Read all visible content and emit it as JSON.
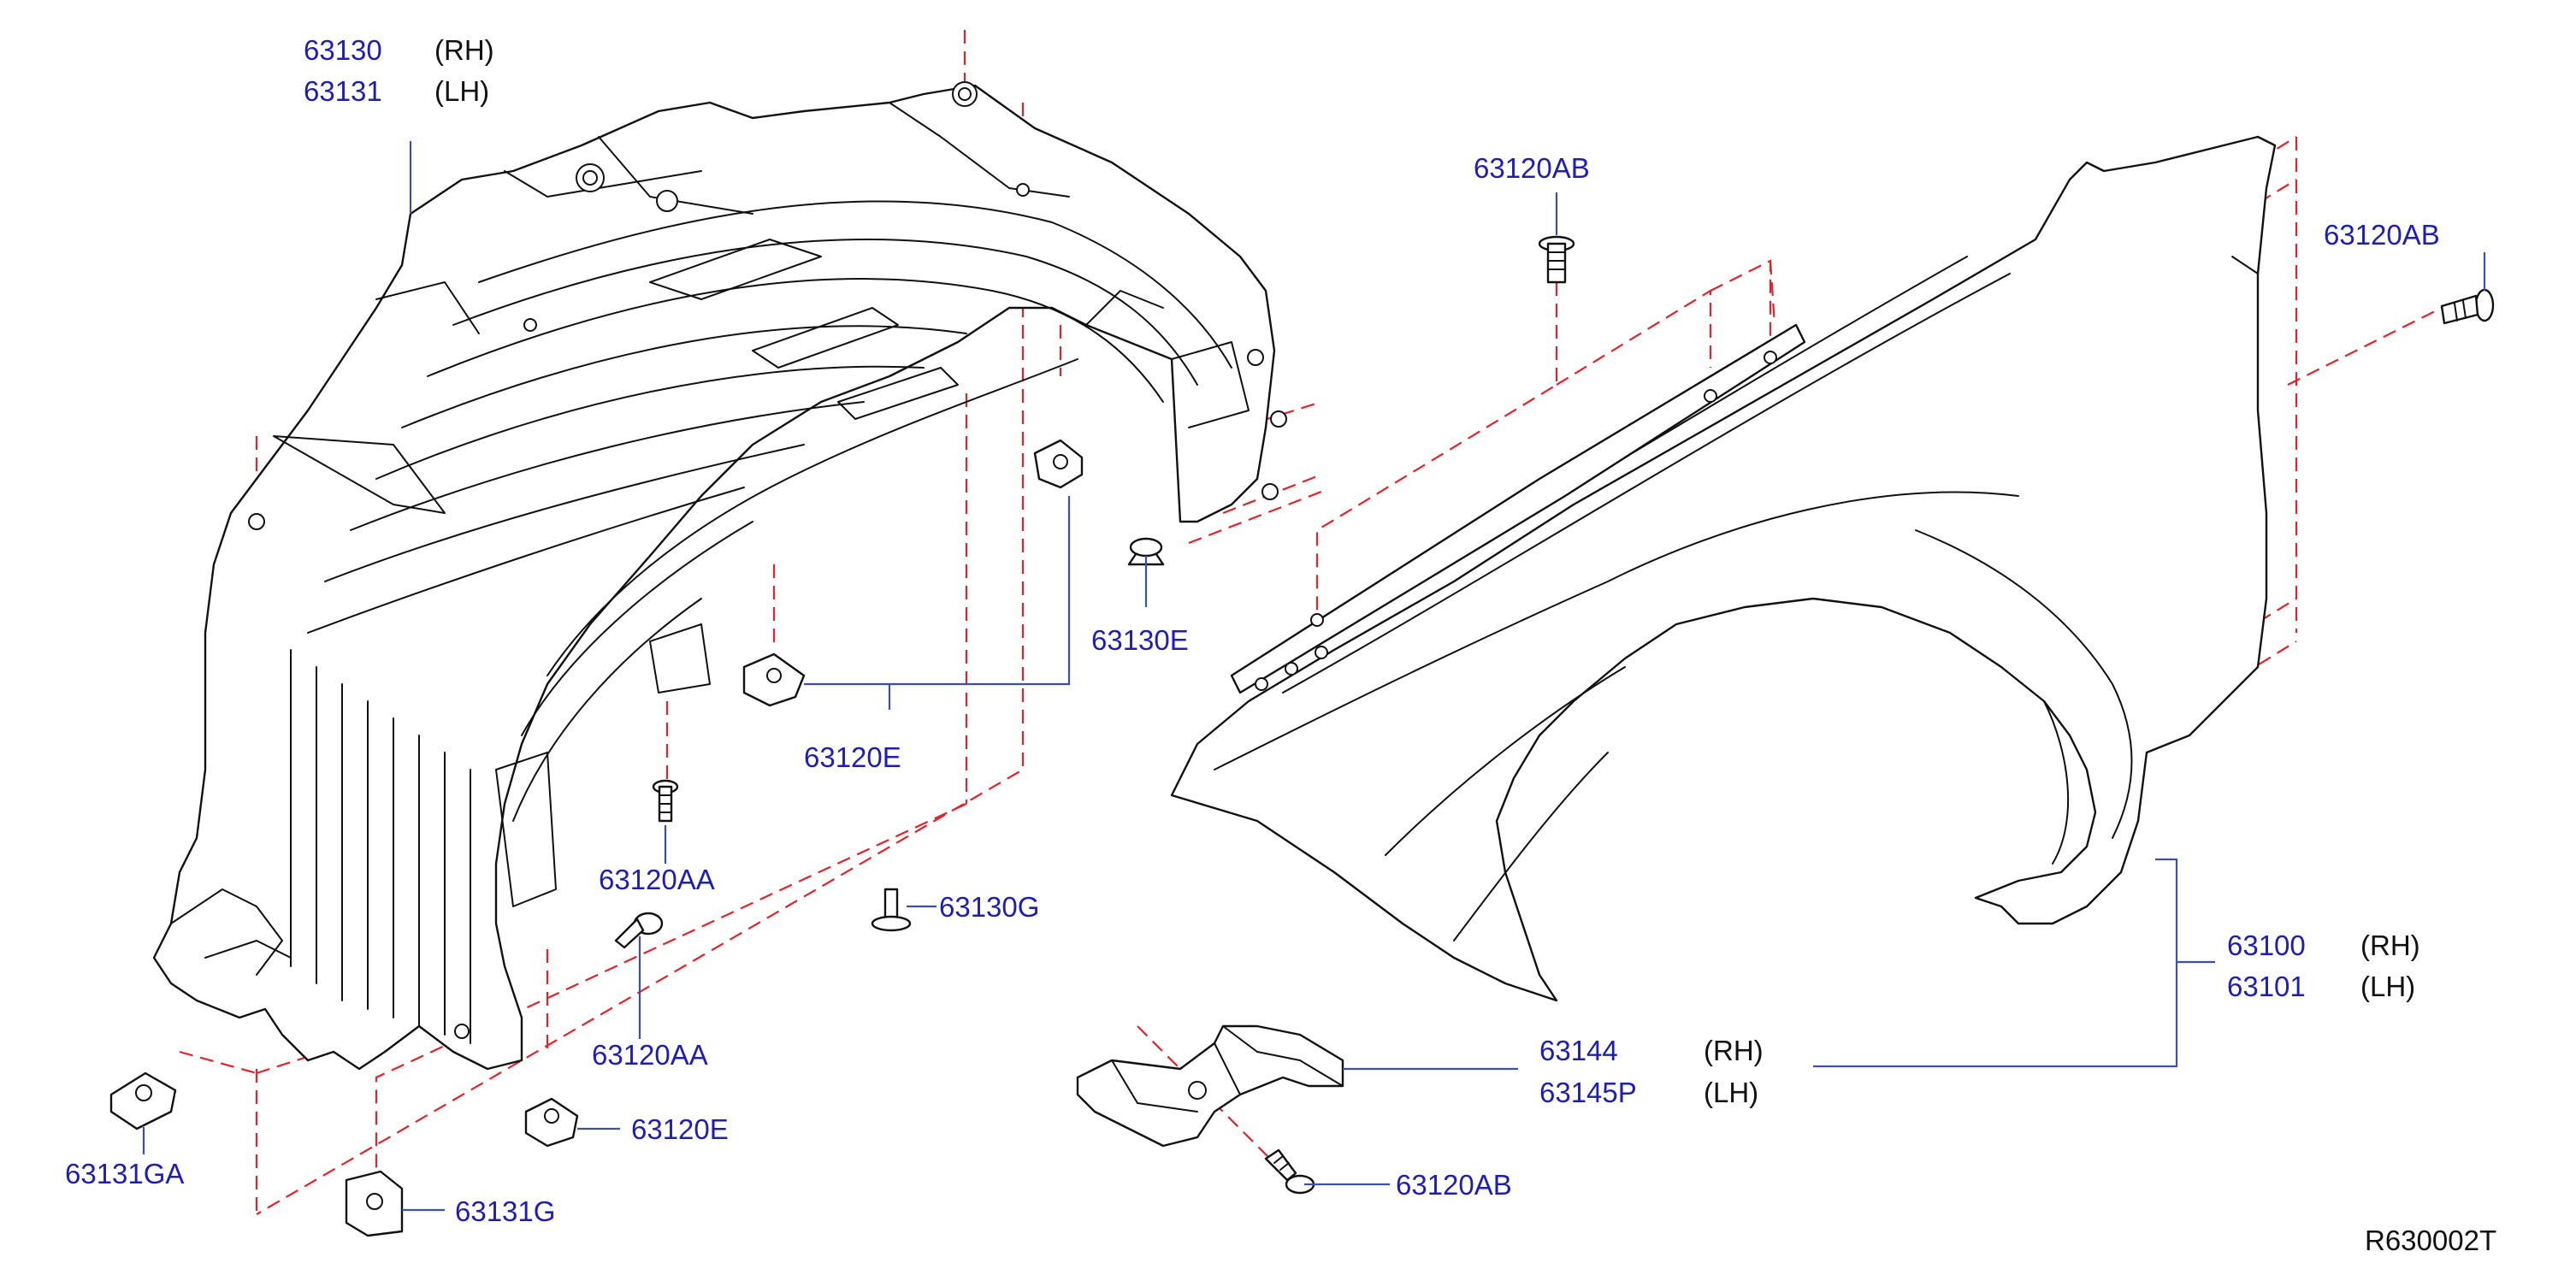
{
  "diagram_id": "R630002T",
  "accent_color": "#1e1eb4",
  "dash_color": "#e0242b",
  "labels": {
    "liner_rh_num": "63130",
    "liner_rh_side": "(RH)",
    "liner_lh_num": "63131",
    "liner_lh_side": "(LH)",
    "bolt_top": "63120AB",
    "bolt_right": "63120AB",
    "bolt_bottom": "63120AB",
    "clip_e_upper": "63120E",
    "clip_e_lower": "63120E",
    "clip_130e": "63130E",
    "screw_aa_upper": "63120AA",
    "screw_aa_lower": "63120AA",
    "rivet_130g": "63130G",
    "clip_131ga": "63131GA",
    "clip_131g": "63131G",
    "fender_rh_num": "63100",
    "fender_rh_side": "(RH)",
    "fender_lh_num": "63101",
    "fender_lh_side": "(LH)",
    "bracket_rh_num": "63144",
    "bracket_rh_side": "(RH)",
    "bracket_lh_num": "63145P",
    "bracket_lh_side": "(LH)"
  }
}
